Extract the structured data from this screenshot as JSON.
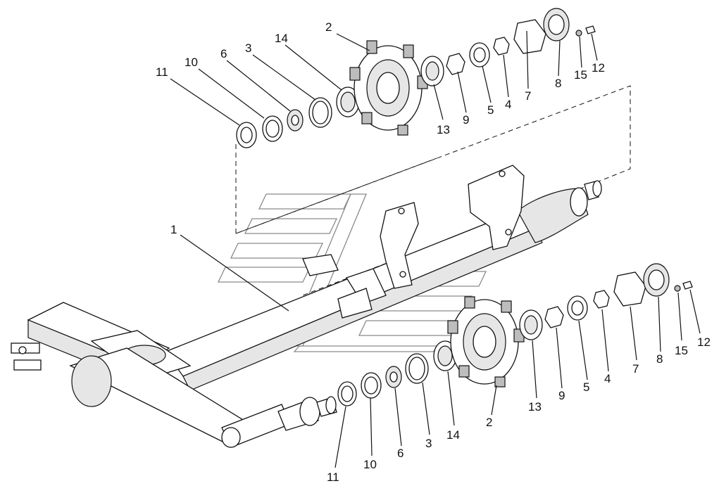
{
  "diagram": {
    "callouts": [
      {
        "id": "t-2",
        "label": "2"
      },
      {
        "id": "t-14",
        "label": "14"
      },
      {
        "id": "t-3",
        "label": "3"
      },
      {
        "id": "t-6",
        "label": "6"
      },
      {
        "id": "t-10",
        "label": "10"
      },
      {
        "id": "t-11",
        "label": "11"
      },
      {
        "id": "t-13",
        "label": "13"
      },
      {
        "id": "t-9",
        "label": "9"
      },
      {
        "id": "t-5",
        "label": "5"
      },
      {
        "id": "t-4",
        "label": "4"
      },
      {
        "id": "t-7",
        "label": "7"
      },
      {
        "id": "t-8",
        "label": "8"
      },
      {
        "id": "t-15",
        "label": "15"
      },
      {
        "id": "t-12",
        "label": "12"
      },
      {
        "id": "t-1",
        "label": "1"
      },
      {
        "id": "b-11",
        "label": "11"
      },
      {
        "id": "b-10",
        "label": "10"
      },
      {
        "id": "b-6",
        "label": "6"
      },
      {
        "id": "b-3",
        "label": "3"
      },
      {
        "id": "b-14",
        "label": "14"
      },
      {
        "id": "b-2",
        "label": "2"
      },
      {
        "id": "b-13",
        "label": "13"
      },
      {
        "id": "b-9",
        "label": "9"
      },
      {
        "id": "b-5",
        "label": "5"
      },
      {
        "id": "b-4",
        "label": "4"
      },
      {
        "id": "b-7",
        "label": "7"
      },
      {
        "id": "b-8",
        "label": "8"
      },
      {
        "id": "b-15",
        "label": "15"
      },
      {
        "id": "b-12",
        "label": "12"
      }
    ]
  }
}
